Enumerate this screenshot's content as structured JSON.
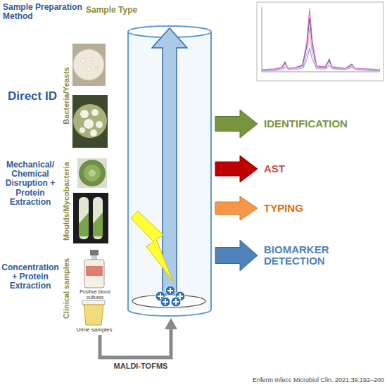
{
  "diagram": {
    "caption": "Enferm Infecc Microbiol Clin. 2021;39:192–200",
    "nodes": [
      {
        "text": [
          "IDENTIFICATION"
        ]
      },
      {
        "text": [
          "AST"
        ]
      },
      {
        "text": [
          "TYPING"
        ]
      },
      {
        "text": [
          "BIOMARKER DETECTION"
        ]
      }
    ],
    "labels": [
      "Sample Preparation Method",
      "Sample Type",
      "Direct ID",
      "Bacteria/Yeasts",
      "Mechanical/ Chemical Disruption + Protein Extraction",
      "Moulds/Mycobacteria",
      "Concentration + Protein Extraction",
      "Clinical samples",
      "Positive blood cultures",
      "Urine samples",
      "MALDI-TOFMS"
    ]
  }
}
